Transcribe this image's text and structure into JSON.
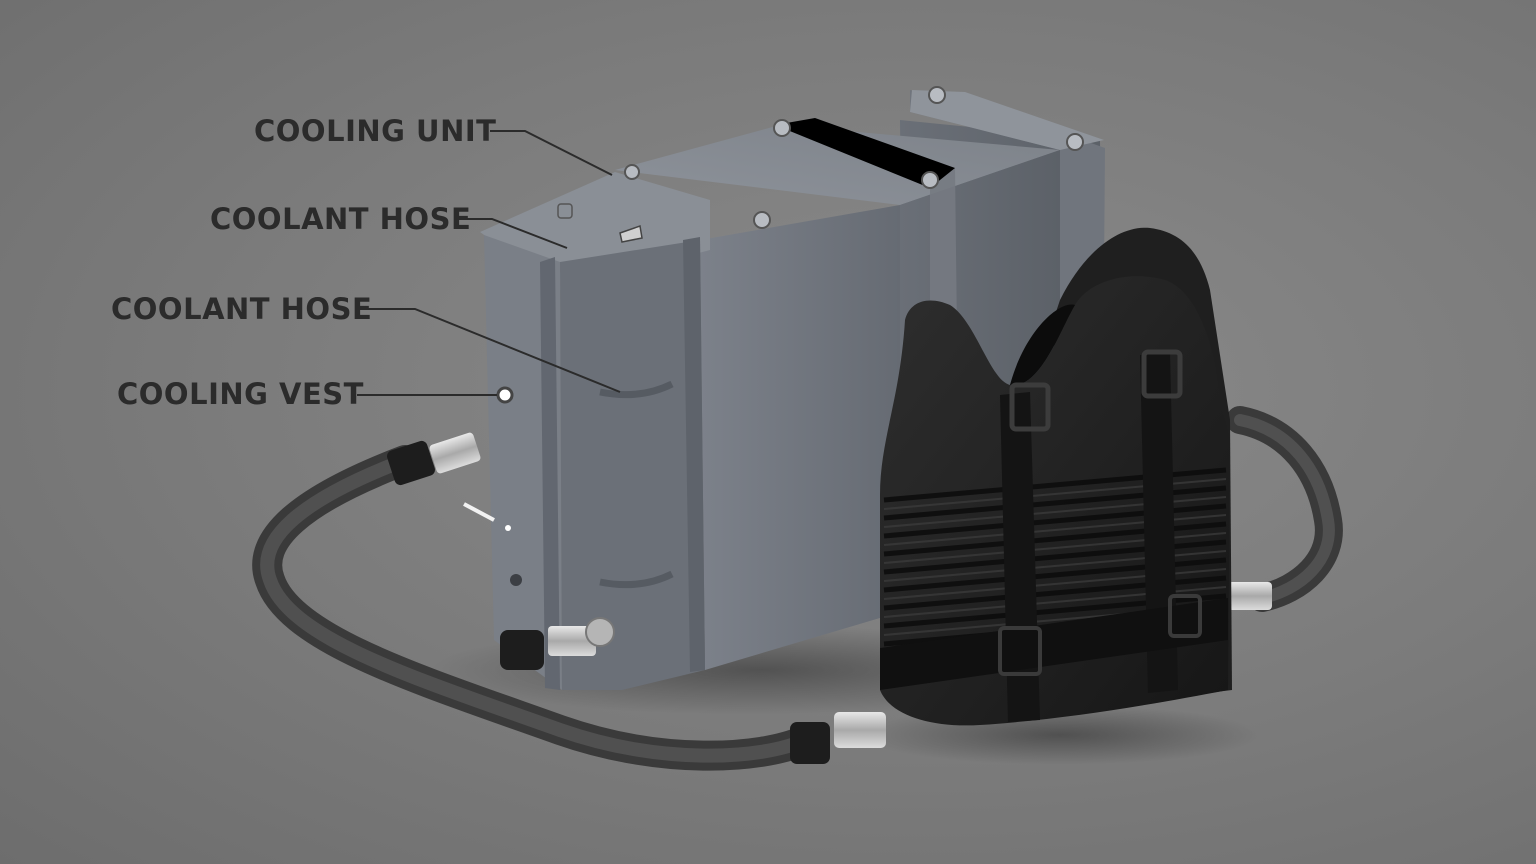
{
  "diagram": {
    "callouts": [
      {
        "id": "cooling-unit",
        "text": "COOLING UNIT"
      },
      {
        "id": "coolant-hose-1",
        "text": "COOLANT HOSE"
      },
      {
        "id": "coolant-hose-2",
        "text": "COOLANT HOSE"
      },
      {
        "id": "cooling-vest",
        "text": "COOLING VEST"
      }
    ]
  },
  "colors": {
    "background": "#7b7b7b",
    "unit_body": "#6f747c",
    "vest": "#222222",
    "hose": "#4a4a4a",
    "fitting_metal": "#c8c8c8",
    "label_text": "#2b2b2b"
  },
  "icons": [
    "cooling-unit",
    "cooling-vest",
    "coolant-hose",
    "hose-fitting"
  ]
}
